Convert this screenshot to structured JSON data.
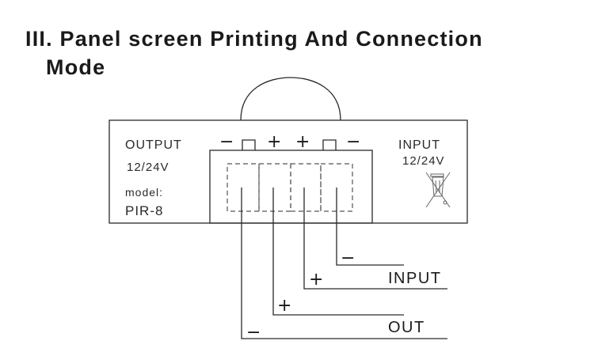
{
  "title": {
    "line1": "III. Panel screen Printing And Connection",
    "line2": "Mode"
  },
  "panel": {
    "output_label": "OUTPUT",
    "output_voltage": "12/24V",
    "model_label": "model:",
    "model_value": "PIR-8",
    "input_label": "INPUT",
    "input_voltage": "12/24V",
    "recycle_icon": "crossed-out-wheeled-bin-icon"
  },
  "terminals": {
    "signs": [
      "−",
      "+",
      "+",
      "−"
    ]
  },
  "wires": {
    "input_minus": "−",
    "input_plus": "+",
    "input_label": "INPUT",
    "out_plus": "+",
    "out_minus": "−",
    "out_label": "OUT"
  }
}
